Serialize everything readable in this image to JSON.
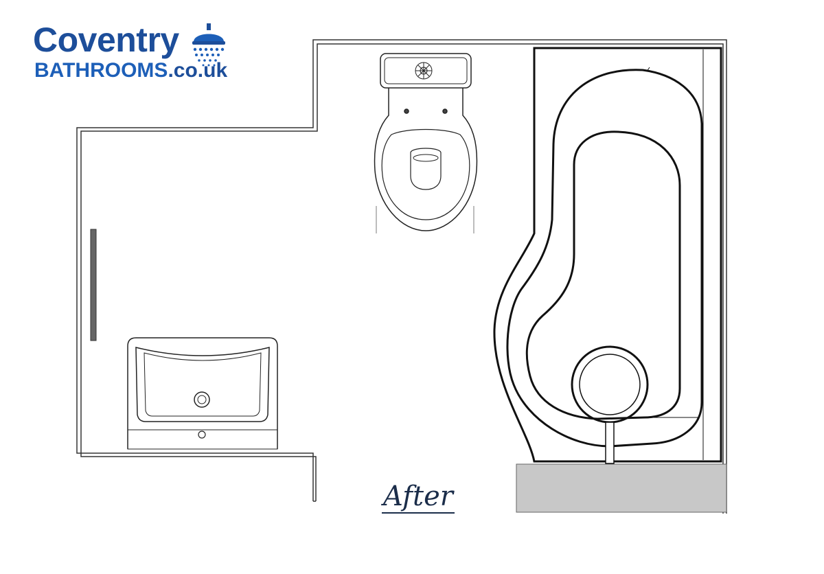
{
  "logo": {
    "line1": "Coventry",
    "line2_main": "BATHROOMS",
    "line2_suffix": ".co.uk",
    "icon": "shower-head-icon",
    "color_primary": "#1d4e9a",
    "color_secondary": "#1d5fb8"
  },
  "plan": {
    "label": "After",
    "fixtures": [
      "toilet",
      "basin",
      "p-shaped-bath",
      "radiator"
    ]
  },
  "colors": {
    "line": "#111111",
    "step_fill": "#c8c8c8",
    "radiator_fill": "#666666"
  }
}
